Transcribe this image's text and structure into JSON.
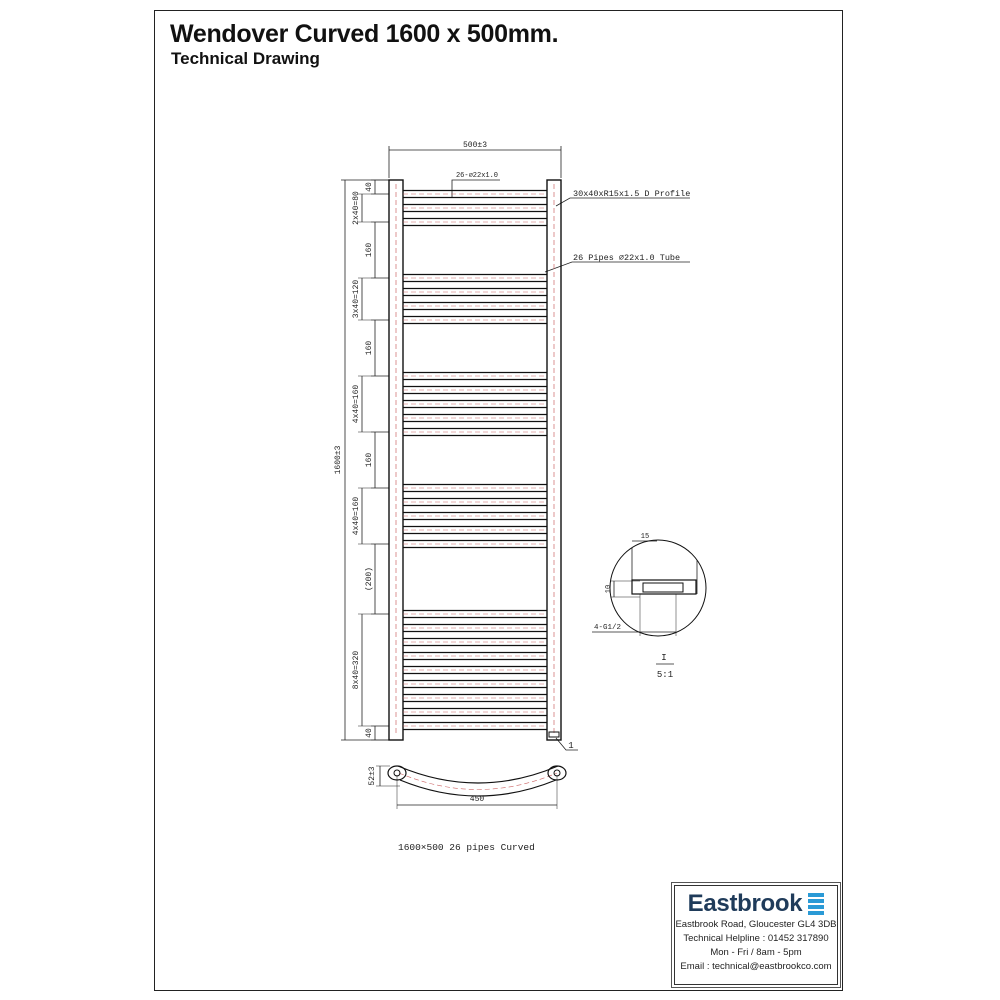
{
  "header": {
    "title": "Wendover Curved 1600 x 500mm.",
    "subtitle": "Technical Drawing"
  },
  "drawing": {
    "overall_width_label": "500±3",
    "pipe_spec_label": "26-⌀22x1.0",
    "profile_callout": "30x40xR15x1.5 D Profile",
    "pipes_callout": "26 Pipes ⌀22x1.0 Tube",
    "overall_height_label": "1600±3",
    "left_dimensions": [
      {
        "label": "40",
        "from_mm": 0,
        "to_mm": 40
      },
      {
        "label": "2x40=80",
        "from_mm": 40,
        "to_mm": 120
      },
      {
        "label": "160",
        "from_mm": 120,
        "to_mm": 280
      },
      {
        "label": "3x40=120",
        "from_mm": 280,
        "to_mm": 400
      },
      {
        "label": "160",
        "from_mm": 400,
        "to_mm": 560
      },
      {
        "label": "4x40=160",
        "from_mm": 560,
        "to_mm": 720
      },
      {
        "label": "160",
        "from_mm": 720,
        "to_mm": 880
      },
      {
        "label": "4x40=160",
        "from_mm": 880,
        "to_mm": 1040
      },
      {
        "label": "(200)",
        "from_mm": 1040,
        "to_mm": 1240
      },
      {
        "label": "8x40=320",
        "from_mm": 1240,
        "to_mm": 1560
      },
      {
        "label": "40",
        "from_mm": 1560,
        "to_mm": 1600
      }
    ],
    "pipe_positions_mm": [
      40,
      80,
      120,
      280,
      320,
      360,
      400,
      560,
      600,
      640,
      680,
      720,
      880,
      920,
      960,
      1000,
      1040,
      1240,
      1280,
      1320,
      1360,
      1400,
      1440,
      1480,
      1520,
      1560
    ],
    "detail_marker": "1",
    "plan_view": {
      "depth_label": "52±3",
      "centres_label": "450"
    },
    "detail_view": {
      "width_label": "15",
      "height_label": "10",
      "thread_label": "4-G1/2",
      "scale_numerator": "I",
      "scale_denominator": "5:1"
    },
    "caption": "1600×500   26 pipes Curved"
  },
  "brand": {
    "name": "Eastbrook",
    "accent_color": "#2a9ad6",
    "text_color": "#1f3b5a",
    "address": "Eastbrook Road, Gloucester GL4 3DB",
    "helpline": "Technical Helpline : 01452 317890",
    "hours": "Mon - Fri / 8am - 5pm",
    "email": "Email : technical@eastbrookco.com"
  }
}
